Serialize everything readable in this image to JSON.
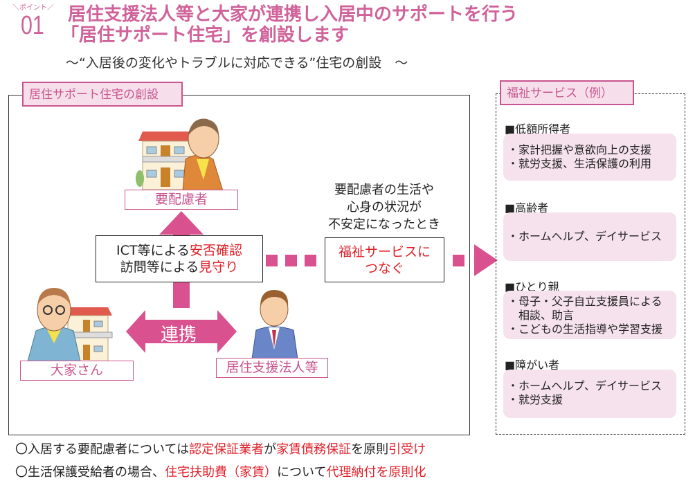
{
  "header": {
    "point_tag": "＼ポイント／",
    "point_number": "01",
    "title_line1": "居住支援法人等と大家が連携し入居中のサポートを行う",
    "title_line2": "「居住サポート住宅」を創設します",
    "subtitle": "～“入居後の変化やトラブルに対応できる”住宅の創設　～"
  },
  "main_section": {
    "label": "居住サポート住宅の創設",
    "roles": {
      "tenant": "要配慮者",
      "landlord": "大家さん",
      "support_corp": "居住支援法人等"
    },
    "ict_box": {
      "line1_prefix": "ICT等による",
      "line1_highlight": "安否確認",
      "line2_prefix": "訪問等による",
      "line2_highlight": "見守り"
    },
    "condition_text": [
      "要配慮者の生活や",
      "心身の状況が",
      "不安定になったとき"
    ],
    "welfare_box": [
      "福祉サービスに",
      "つなぐ"
    ],
    "cooperation_label": "連携"
  },
  "welfare_section": {
    "label": "福祉サービス（例）",
    "categories": [
      {
        "title": "■低額所得者",
        "items": [
          "・家計把握や意欲向上の支援",
          "・就労支援、生活保護の利用"
        ]
      },
      {
        "title": "■高齢者",
        "items": [
          "・ホームヘルプ、デイサービス"
        ]
      },
      {
        "title": "■ひとり親",
        "items": [
          "・母子・父子自立支援員による",
          "　相談、助言",
          "・こどもの生活指導や学習支援"
        ]
      },
      {
        "title": "■障がい者",
        "items": [
          "・ホームヘルプ、デイサービス",
          "・就労支援"
        ]
      }
    ]
  },
  "notes": [
    {
      "parts": [
        {
          "text": "〇入居する要配慮者については",
          "highlight": false
        },
        {
          "text": "認定保証業者",
          "highlight": true
        },
        {
          "text": "が",
          "highlight": false
        },
        {
          "text": "家賃債務保証",
          "highlight": true
        },
        {
          "text": "を原則",
          "highlight": false
        },
        {
          "text": "引受け",
          "highlight": true
        }
      ]
    },
    {
      "parts": [
        {
          "text": "〇生活保護受給者の場合、",
          "highlight": false
        },
        {
          "text": "住宅扶助費（家賃）",
          "highlight": true
        },
        {
          "text": "について",
          "highlight": false
        },
        {
          "text": "代理納付を原則化",
          "highlight": true
        }
      ]
    }
  ],
  "colors": {
    "accent_pink": "#d0629a",
    "arrow_pink": "#d9518f",
    "highlight_red": "#e0202a",
    "panel_pink": "#f6e2ec"
  }
}
